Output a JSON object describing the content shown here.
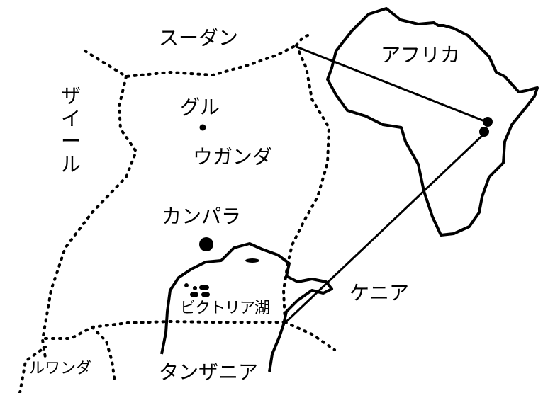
{
  "labels": {
    "sudan": "スーダン",
    "zaire": "ザイール",
    "gulu": "グル",
    "uganda": "ウガンダ",
    "kampala": "カンパラ",
    "africa": "アフリカ",
    "kenya": "ケニア",
    "lake_victoria": "ビクトリア湖",
    "rwanda": "ルワンダ",
    "tanzania": "タンザニア"
  },
  "colors": {
    "ink": "#000000",
    "background": "#ffffff"
  }
}
